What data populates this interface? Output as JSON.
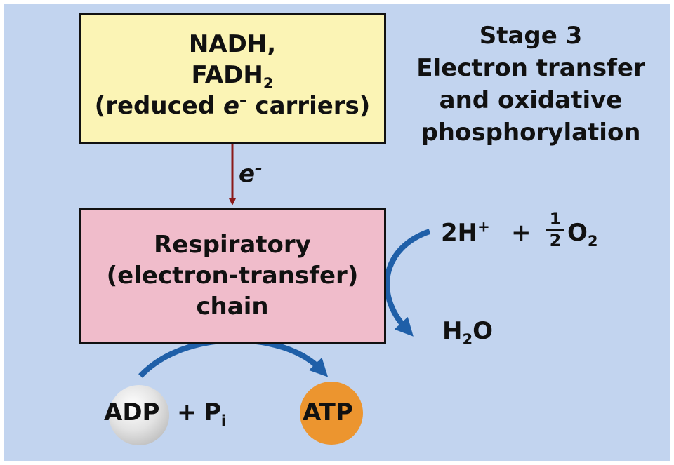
{
  "top_box": {
    "line1": "NADH,",
    "line2_main": "FADH",
    "line2_sub": "2",
    "line3_pre": "(reduced ",
    "line3_e": "e",
    "line3_sup": "–",
    "line3_post": " carriers)"
  },
  "stage_label": {
    "line1": "Stage 3",
    "line2": "Electron transfer",
    "line3": "and oxidative",
    "line4": "phosphorylation"
  },
  "electron_arrow": {
    "label_e": "e",
    "label_sup": "–"
  },
  "chain_box": {
    "line1": "Respiratory",
    "line2": "(electron-transfer)",
    "line3": "chain"
  },
  "reactants": {
    "h_count": "2H",
    "h_charge": "+",
    "plus": "+",
    "frac_num": "1",
    "frac_den": "2",
    "o_main": "O",
    "o_sub": "2"
  },
  "product": {
    "h_main": "H",
    "h_sub": "2",
    "o_main": "O"
  },
  "adp": {
    "label": "ADP",
    "plus": "+",
    "p_main": "P",
    "p_sub": "i"
  },
  "atp": {
    "label": "ATP"
  },
  "colors": {
    "background": "#c2d4ef",
    "top_box_fill": "#fbf4b5",
    "chain_box_fill": "#f0bccb",
    "electron_arrow": "#8b1a1a",
    "blue_arrow": "#1f5fa8",
    "atp_fill": "#ec952f",
    "adp_fill": "#d9d9d9"
  }
}
